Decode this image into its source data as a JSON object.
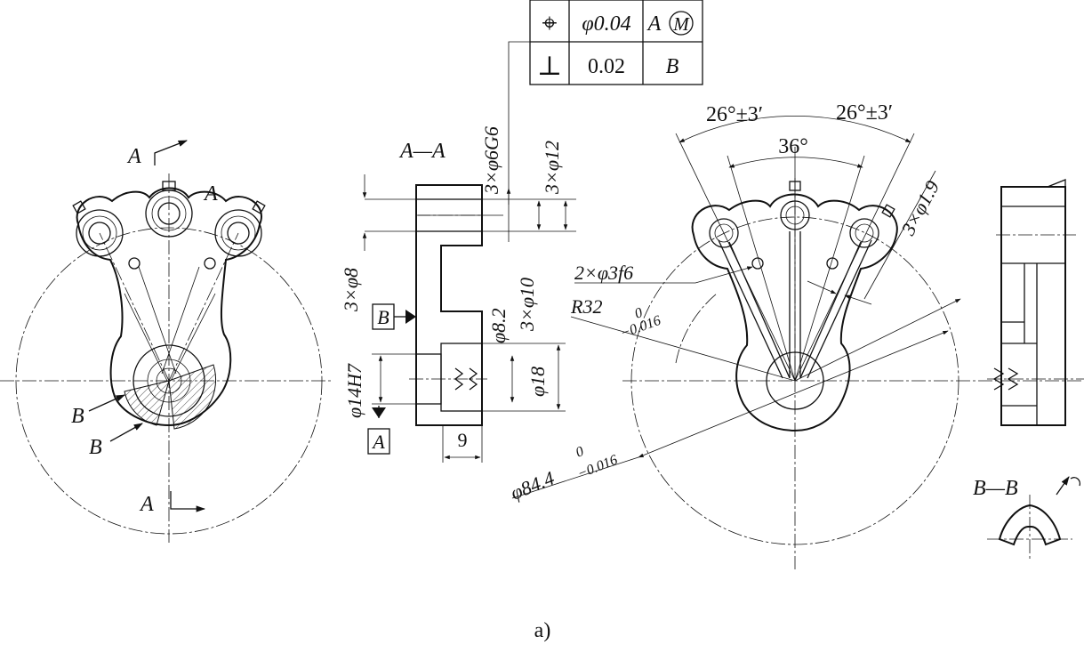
{
  "fcf": {
    "row1": {
      "symbol": "⌖",
      "value": "φ0.04",
      "datum": "A",
      "modifier": "M"
    },
    "row2": {
      "symbol": "⊥",
      "value": "0.02",
      "datum": "B"
    }
  },
  "labels": {
    "section_aa": "A—A",
    "section_bb": "B—B",
    "view_a_top": "A",
    "view_a_hub": "A",
    "view_a_bottom": "A",
    "view_b_1": "B",
    "view_b_2": "B",
    "datum_a": "A",
    "datum_b": "B",
    "caption": "a)"
  },
  "dims": {
    "d_6g6": "3×φ6G6",
    "d_12": "3×φ12",
    "d_8": "3×φ8",
    "d_10": "3×φ10",
    "d_8_2": "φ8.2",
    "d_14h7": "φ14H7",
    "d_18": "φ18",
    "d_9": "9",
    "ang_26_left": "26°±3′",
    "ang_26_right": "26°±3′",
    "ang_36": "36°",
    "d_1_9": "3×φ1.9",
    "d_3f6": "2×φ3f6",
    "r32": "R32",
    "r32_tol_upper": "0",
    "r32_tol_lower": "−0.016",
    "d_84_4": "φ84.4",
    "d_84_4_tol_upper": "0",
    "d_84_4_tol_lower": "−0.016"
  }
}
